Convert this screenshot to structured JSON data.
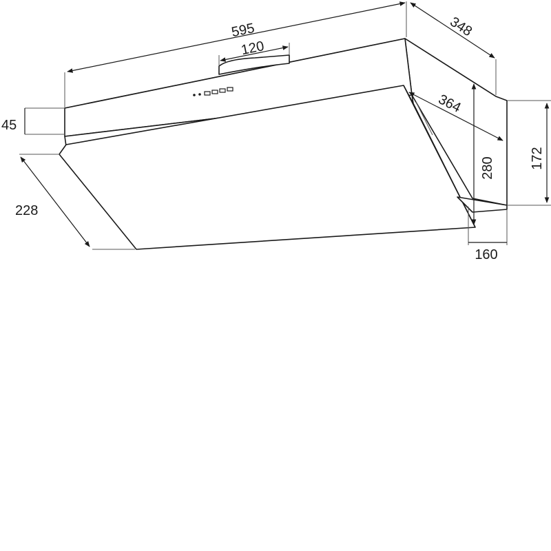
{
  "dimensions": {
    "width": "595",
    "duct_collar": "120",
    "depth_top": "348",
    "depth_front": "364",
    "front_height": "45",
    "visor_depth": "228",
    "total_height": "280",
    "side_height": "172",
    "rear_depth": "160"
  },
  "icons": {
    "control_buttons": "button-row-icon"
  },
  "colors": {
    "line": "#1a1a1a",
    "background": "#ffffff"
  }
}
